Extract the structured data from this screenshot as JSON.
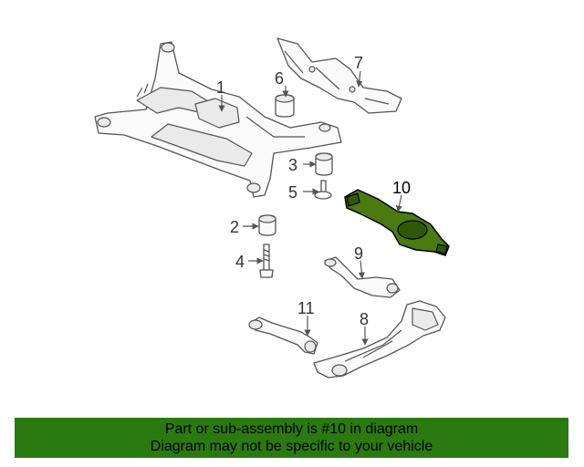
{
  "callouts": {
    "c1": "1",
    "c2": "2",
    "c3": "3",
    "c4": "4",
    "c5": "5",
    "c6": "6",
    "c7": "7",
    "c8": "8",
    "c9": "9",
    "c10": "10",
    "c11": "11"
  },
  "highlight_color": "#2a7a10",
  "banner": {
    "line1": "Part or sub-assembly is #10 in diagram",
    "line2": "Diagram may not be specific to your vehicle"
  }
}
